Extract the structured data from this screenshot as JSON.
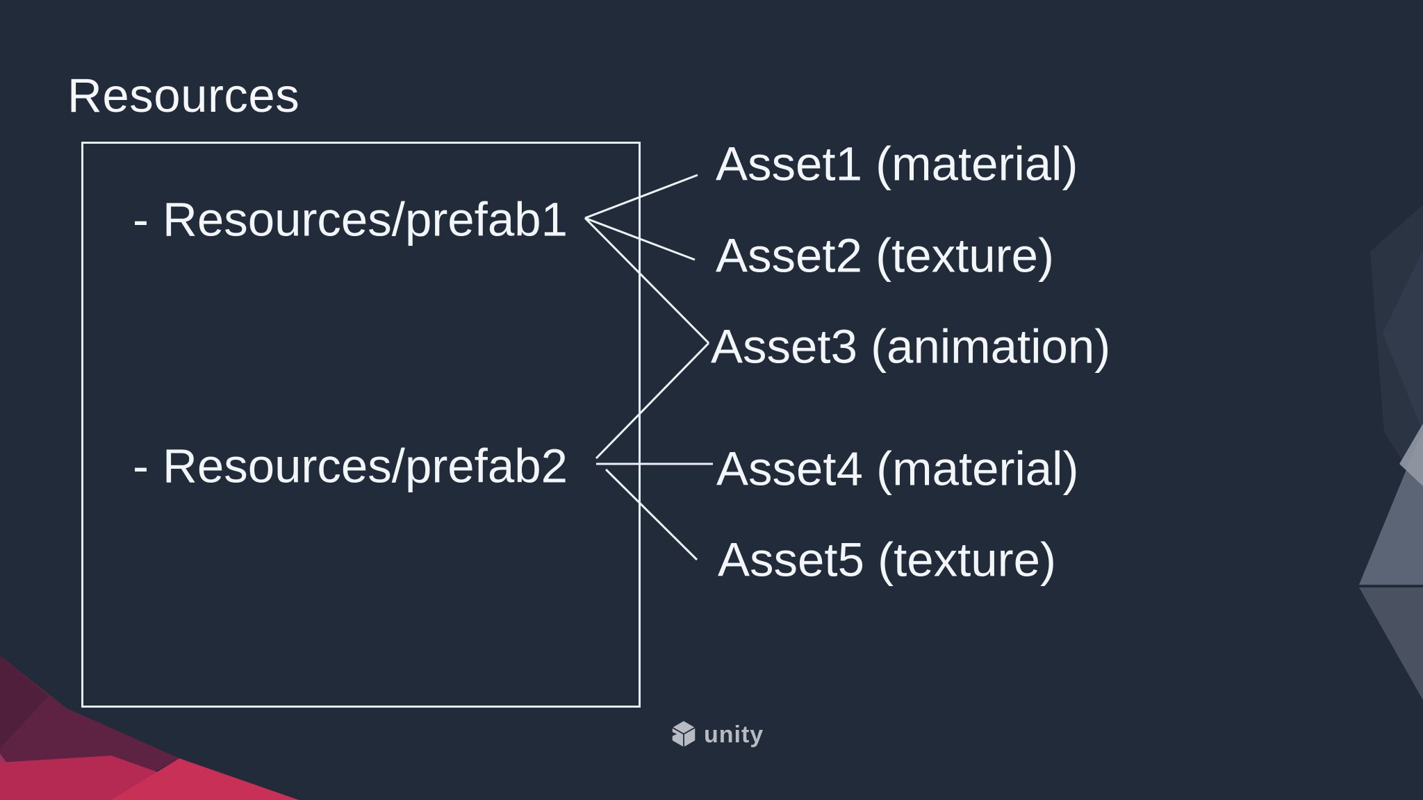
{
  "slide": {
    "title": "Resources",
    "prefabs": [
      {
        "bullet": "-",
        "path": "Resources/prefab1"
      },
      {
        "bullet": "-",
        "path": "Resources/prefab2"
      }
    ],
    "assets": [
      {
        "label": "Asset1 (material)"
      },
      {
        "label": "Asset2 (texture)"
      },
      {
        "label": "Asset3 (animation)"
      },
      {
        "label": "Asset4 (material)"
      },
      {
        "label": "Asset5 (texture)"
      }
    ],
    "connections": [
      {
        "from": "Resources/prefab1",
        "to": "Asset1 (material)"
      },
      {
        "from": "Resources/prefab1",
        "to": "Asset2 (texture)"
      },
      {
        "from": "Resources/prefab1",
        "to": "Asset3 (animation)"
      },
      {
        "from": "Resources/prefab2",
        "to": "Asset3 (animation)"
      },
      {
        "from": "Resources/prefab2",
        "to": "Asset4 (material)"
      },
      {
        "from": "Resources/prefab2",
        "to": "Asset5 (texture)"
      }
    ],
    "footer": {
      "wordmark": "unity"
    },
    "icons": {
      "footer_logo": "unity-cube-icon"
    },
    "colors": {
      "background": "#222B39",
      "text": "#F3F6F9",
      "line": "#EDF2F7",
      "box_border": "#E6ECF4",
      "logo_gray": "#B6BBC4",
      "decor_dark_maroon": "#5E2343",
      "decor_crimson": "#B42A52",
      "decor_bright_crimson": "#C93058",
      "decor_slate_gray": "#636B7C"
    }
  }
}
